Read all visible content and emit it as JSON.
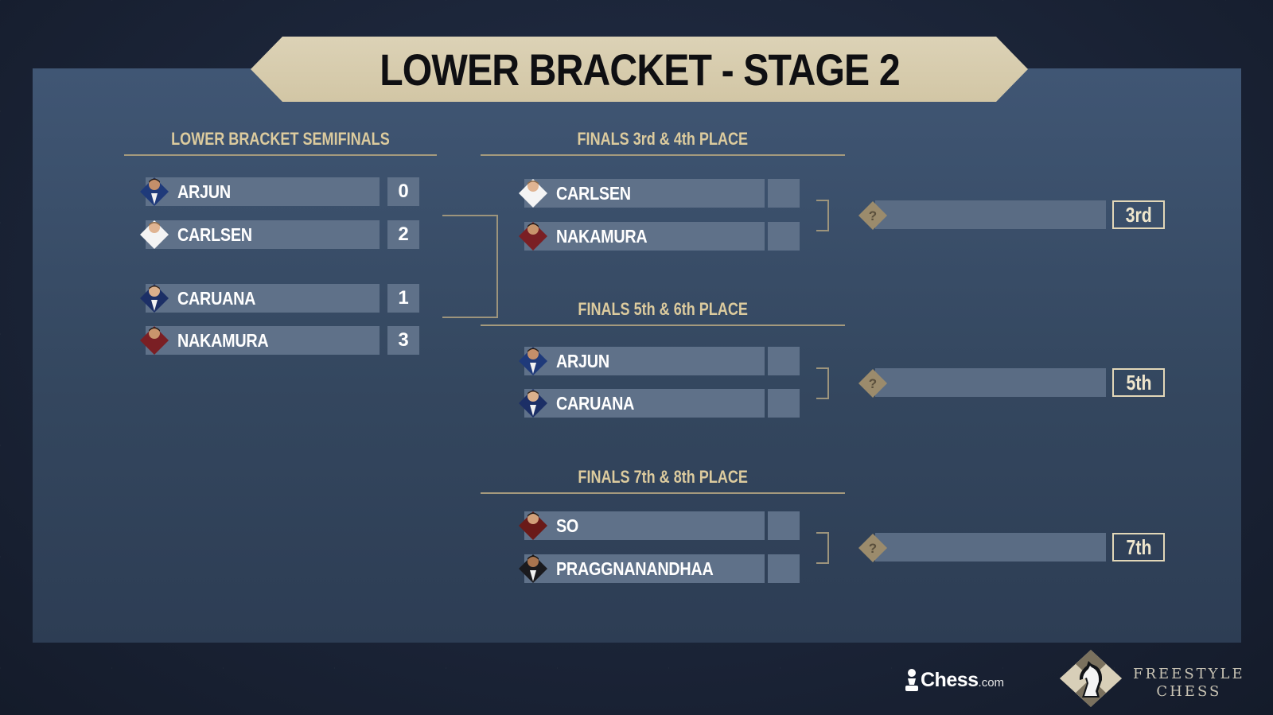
{
  "title": "LOWER BRACKET - STAGE 2",
  "columns": {
    "semifinals": "LOWER BRACKET SEMIFINALS",
    "finals_3_4": "FINALS 3rd & 4th PLACE",
    "finals_5_6": "FINALS 5th & 6th PLACE",
    "finals_7_8": "FINALS 7th & 8th PLACE"
  },
  "semifinals": [
    {
      "name": "ARJUN",
      "score": "0"
    },
    {
      "name": "CARLSEN",
      "score": "2"
    },
    {
      "name": "CARUANA",
      "score": "1"
    },
    {
      "name": "NAKAMURA",
      "score": "3"
    }
  ],
  "finals_3_4": [
    {
      "name": "CARLSEN",
      "score": ""
    },
    {
      "name": "NAKAMURA",
      "score": ""
    }
  ],
  "finals_5_6": [
    {
      "name": "ARJUN",
      "score": ""
    },
    {
      "name": "CARUANA",
      "score": ""
    }
  ],
  "finals_7_8": [
    {
      "name": "SO",
      "score": ""
    },
    {
      "name": "PRAGGNANANDHAA",
      "score": ""
    }
  ],
  "results": [
    {
      "winner": "?",
      "place": "3rd"
    },
    {
      "winner": "?",
      "place": "5th"
    },
    {
      "winner": "?",
      "place": "7th"
    }
  ],
  "logos": {
    "chesscom_word": "Chess",
    "chesscom_suffix": ".com",
    "freestyle_line1": "FREESTYLE",
    "freestyle_line2": "CHESS"
  },
  "colors": {
    "panel": "#3b4e69",
    "bar": "#5f7189",
    "gold": "#d2c6a5",
    "gold_text": "#dccb9e"
  }
}
